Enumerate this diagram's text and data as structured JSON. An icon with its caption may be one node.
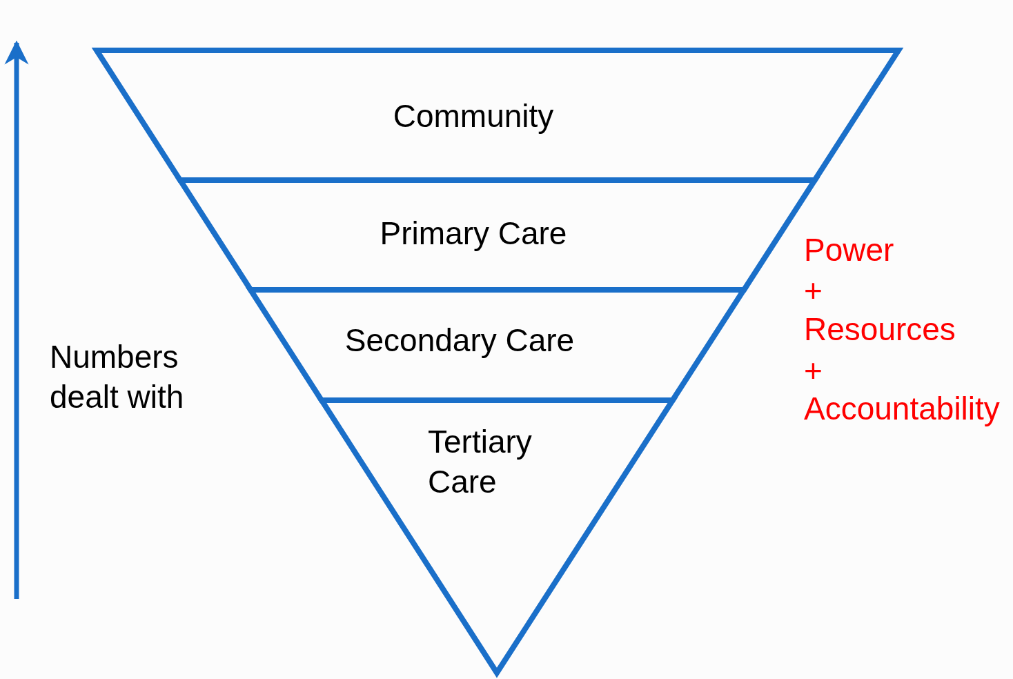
{
  "diagram": {
    "nodes": [
      {
        "text": [
          "Community"
        ]
      },
      {
        "text": [
          "Primary Care"
        ]
      },
      {
        "text": [
          "Secondary Care"
        ]
      },
      {
        "text": [
          "Tertiary Care"
        ]
      }
    ],
    "labels": [
      "Numbers dealt with",
      "Power",
      "+",
      "Resources",
      "+",
      "Accountability"
    ]
  }
}
